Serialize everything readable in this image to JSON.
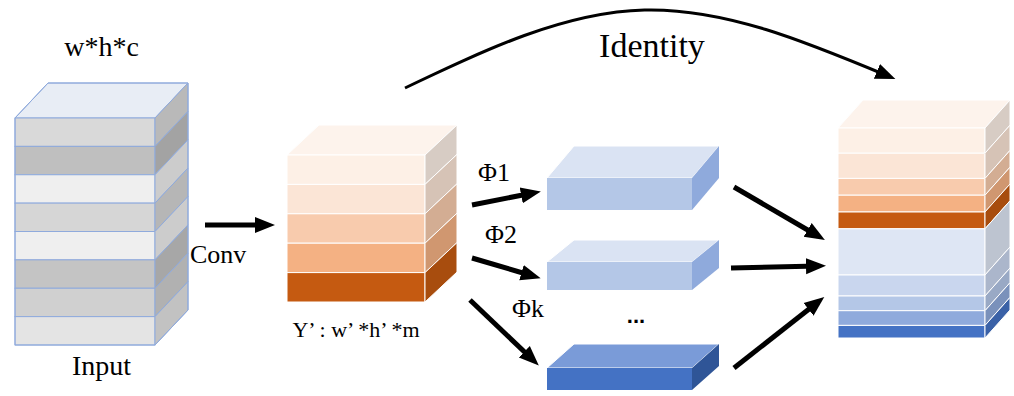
{
  "diagram": {
    "nodes": [
      {
        "text": [
          "w*h*c",
          "Input"
        ]
      },
      {
        "text": [
          "Y’ : w’ *h’ *m"
        ]
      },
      {
        "text": []
      },
      {
        "text": []
      },
      {
        "text": []
      },
      {
        "text": []
      }
    ],
    "edges": [
      {
        "from": 0,
        "to": 1,
        "arrow": "to",
        "label": "Conv"
      },
      {
        "from": 1,
        "to": 2,
        "arrow": "to",
        "label": "Φ1"
      },
      {
        "from": 1,
        "to": 3,
        "arrow": "to",
        "label": "Φ2"
      },
      {
        "from": 1,
        "to": 4,
        "arrow": "to",
        "label": "Φk"
      },
      {
        "from": 2,
        "to": 5,
        "arrow": "to"
      },
      {
        "from": 3,
        "to": 5,
        "arrow": "to"
      },
      {
        "from": 4,
        "to": 5,
        "arrow": "to"
      },
      {
        "from": 1,
        "to": 5,
        "arrow": "to",
        "label": "Identity"
      }
    ],
    "labels": [
      "..."
    ]
  }
}
